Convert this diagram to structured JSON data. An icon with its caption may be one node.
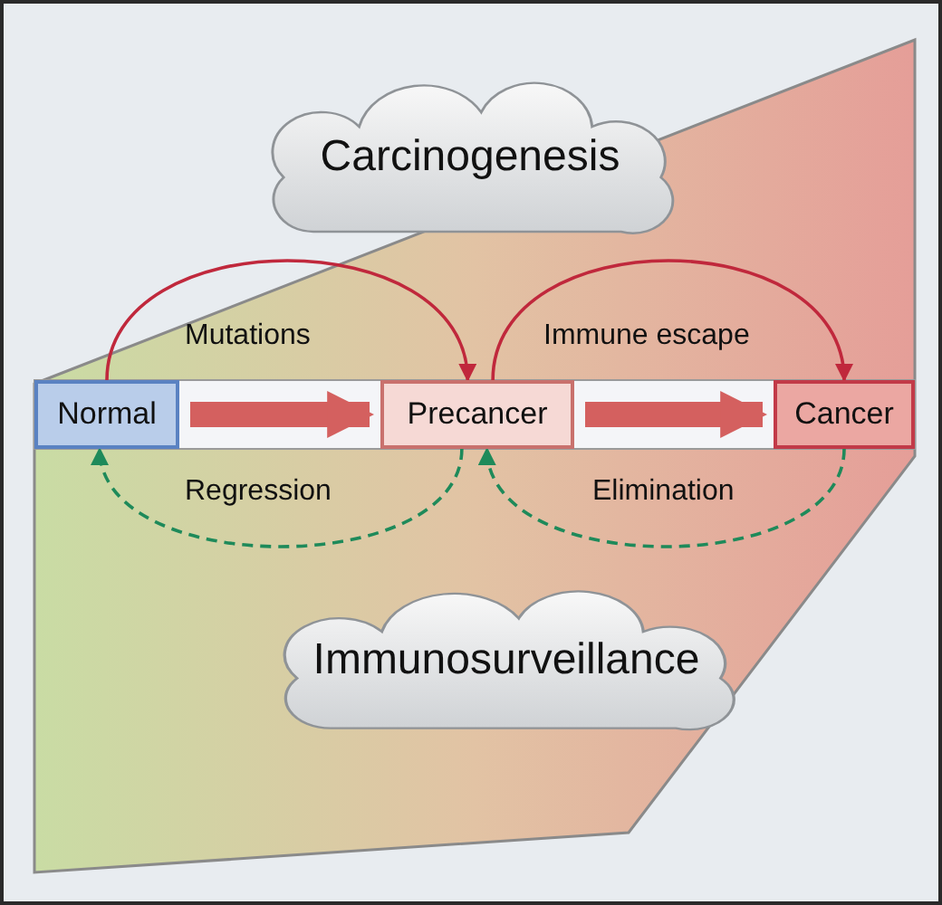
{
  "diagram": {
    "nodes": [
      {
        "text": [
          "Carcinogenesis"
        ]
      },
      {
        "text": [
          "Normal"
        ]
      },
      {
        "text": [
          "Precancer"
        ]
      },
      {
        "text": [
          "Cancer"
        ]
      },
      {
        "text": [
          "Immunosurveillance"
        ]
      }
    ],
    "edges": [
      {
        "from": 1,
        "to": 2,
        "arrow": "to",
        "style": "thick",
        "color": "#d4605f"
      },
      {
        "from": 2,
        "to": 3,
        "arrow": "to",
        "style": "thick",
        "color": "#d4605f"
      },
      {
        "from": 1,
        "to": 2,
        "arrow": "to",
        "label": "Mutations",
        "color": "#c0283c"
      },
      {
        "from": 2,
        "to": 3,
        "arrow": "to",
        "label": "Immune escape",
        "color": "#c0283c"
      },
      {
        "from": 2,
        "to": 1,
        "arrow": "to",
        "label": "Regression",
        "style": "dashed",
        "color": "#1e8a5a"
      },
      {
        "from": 3,
        "to": 2,
        "arrow": "to",
        "label": "Elimination",
        "style": "dashed",
        "color": "#1e8a5a"
      }
    ]
  }
}
